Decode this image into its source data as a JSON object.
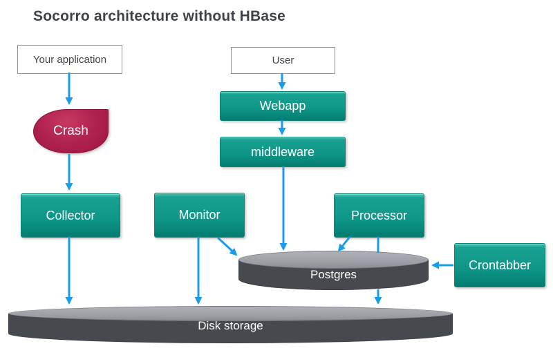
{
  "title": "Socorro architecture without HBase",
  "colors": {
    "teal_box": "#0e9587",
    "crash_crimson": "#b02350",
    "arrow_blue": "#1b9ce8",
    "cylinder_body": "#46494e",
    "cylinder_top": "#9a9ea4",
    "title_text": "#3f4347"
  },
  "nodes": {
    "your_application": {
      "label": "Your application",
      "shape": "plain-box"
    },
    "user": {
      "label": "User",
      "shape": "plain-box"
    },
    "crash": {
      "label": "Crash",
      "shape": "teardrop"
    },
    "webapp": {
      "label": "Webapp",
      "shape": "teal-box"
    },
    "middleware": {
      "label": "middleware",
      "shape": "teal-box"
    },
    "collector": {
      "label": "Collector",
      "shape": "teal-box"
    },
    "monitor": {
      "label": "Monitor",
      "shape": "teal-box"
    },
    "processor": {
      "label": "Processor",
      "shape": "teal-box"
    },
    "crontabber": {
      "label": "Crontabber",
      "shape": "teal-box"
    },
    "postgres": {
      "label": "Postgres",
      "shape": "cylinder"
    },
    "disk_storage": {
      "label": "Disk storage",
      "shape": "cylinder"
    }
  },
  "edges": [
    {
      "from": "Your application",
      "to": "Crash"
    },
    {
      "from": "Crash",
      "to": "Collector"
    },
    {
      "from": "Collector",
      "to": "Disk storage"
    },
    {
      "from": "User",
      "to": "Webapp"
    },
    {
      "from": "Webapp",
      "to": "middleware"
    },
    {
      "from": "middleware",
      "to": "Postgres"
    },
    {
      "from": "Monitor",
      "to": "Disk storage"
    },
    {
      "from": "Monitor",
      "to": "Postgres"
    },
    {
      "from": "Processor",
      "to": "Postgres"
    },
    {
      "from": "Postgres",
      "to": "Disk storage"
    },
    {
      "from": "Crontabber",
      "to": "Postgres"
    }
  ]
}
